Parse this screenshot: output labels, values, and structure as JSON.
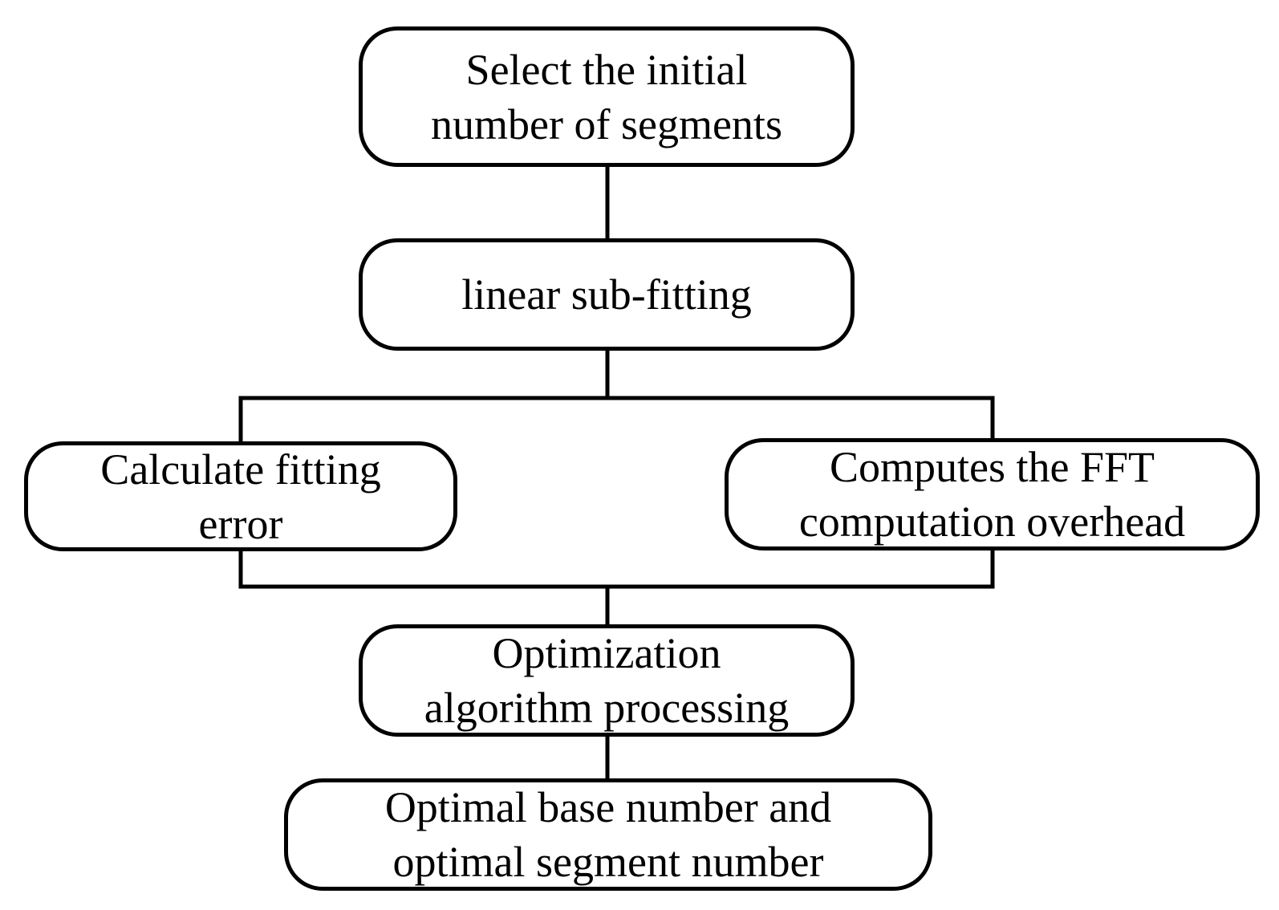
{
  "flowchart": {
    "nodes": [
      {
        "id": "n1",
        "line1": "Select the initial",
        "line2": "number of segments"
      },
      {
        "id": "n2",
        "line1": "linear sub-fitting",
        "line2": ""
      },
      {
        "id": "n3",
        "line1": "Calculate fitting",
        "line2": "error"
      },
      {
        "id": "n4",
        "line1": "Computes the FFT",
        "line2": "computation overhead"
      },
      {
        "id": "n5",
        "line1": "Optimization",
        "line2": "algorithm processing"
      },
      {
        "id": "n6",
        "line1": "Optimal base number and",
        "line2": "optimal segment number"
      }
    ],
    "edges": [
      {
        "from": "n1",
        "to": "n2"
      },
      {
        "from": "n2",
        "to": "n3"
      },
      {
        "from": "n2",
        "to": "n4"
      },
      {
        "from": "n3",
        "to": "n5"
      },
      {
        "from": "n4",
        "to": "n5"
      },
      {
        "from": "n5",
        "to": "n6"
      }
    ],
    "colors": {
      "stroke": "#000000",
      "fill": "#ffffff",
      "text": "#000000"
    }
  }
}
